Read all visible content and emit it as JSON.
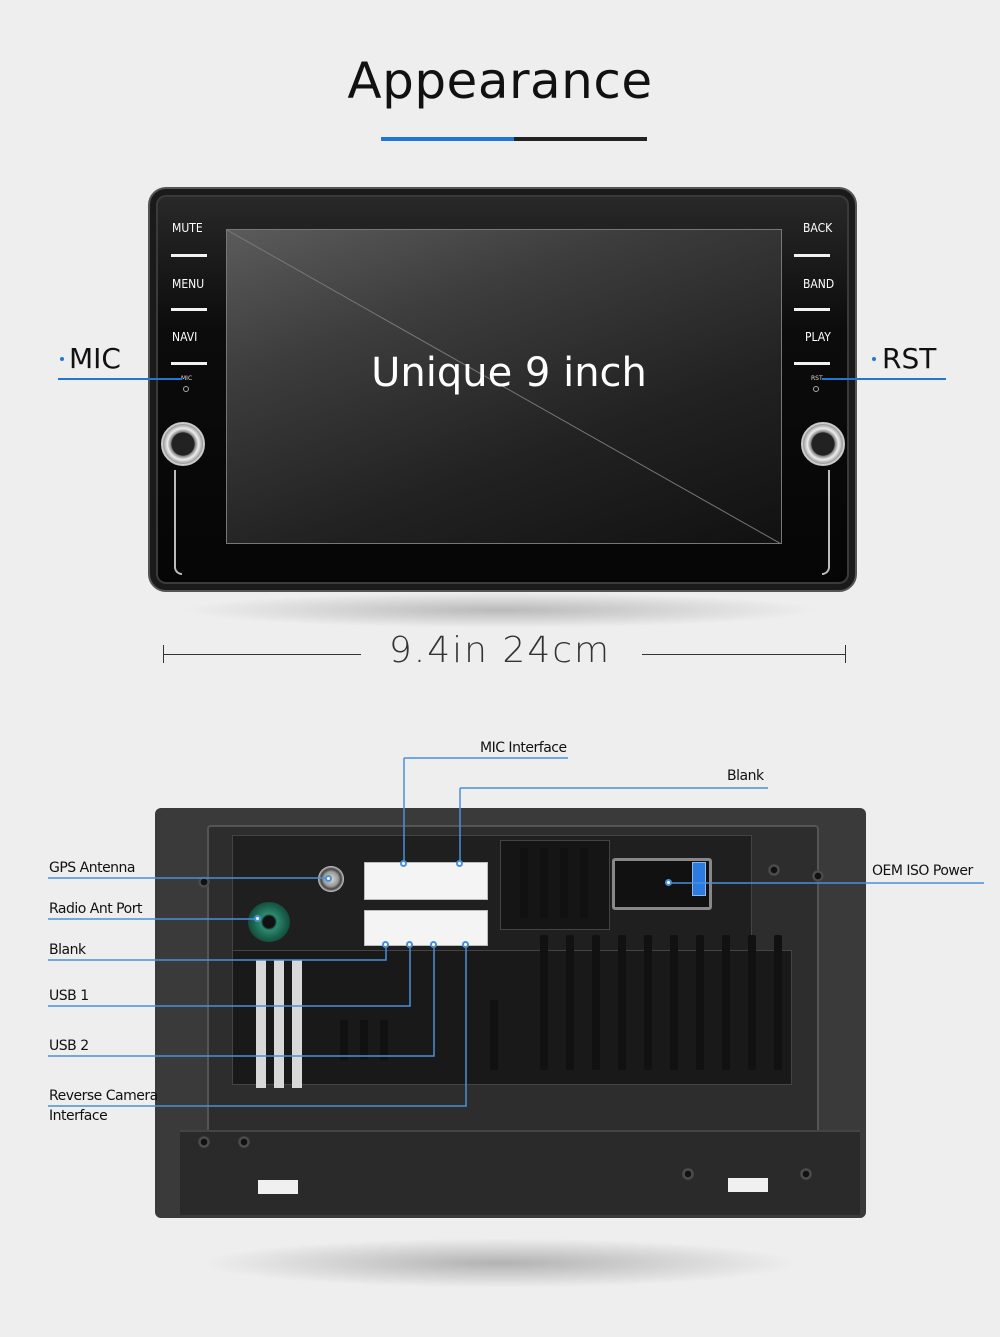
{
  "title": "Appearance",
  "front": {
    "screen_text": "Unique 9 inch",
    "buttons_left": [
      "MUTE",
      "MENU",
      "NAVI"
    ],
    "buttons_right": [
      "BACK",
      "BAND",
      "PLAY"
    ],
    "mic_small": "MIC",
    "rst_small": "RST"
  },
  "callouts": {
    "mic": "MIC",
    "rst": "RST"
  },
  "dimension": "9.4in  24cm",
  "rear_labels": {
    "mic_interface": "MIC Interface",
    "blank_top": "Blank",
    "gps_antenna": "GPS Antenna",
    "radio_ant_port": "Radio Ant Port",
    "blank_left": "Blank",
    "usb1": "USB 1",
    "usb2": "USB 2",
    "reverse_camera_line1": "Reverse Camera",
    "reverse_camera_line2": "Interface",
    "oem_iso_power": "OEM ISO Power"
  },
  "colors": {
    "accent_blue": "#1f77d6",
    "callout_line": "#4a90d9"
  }
}
